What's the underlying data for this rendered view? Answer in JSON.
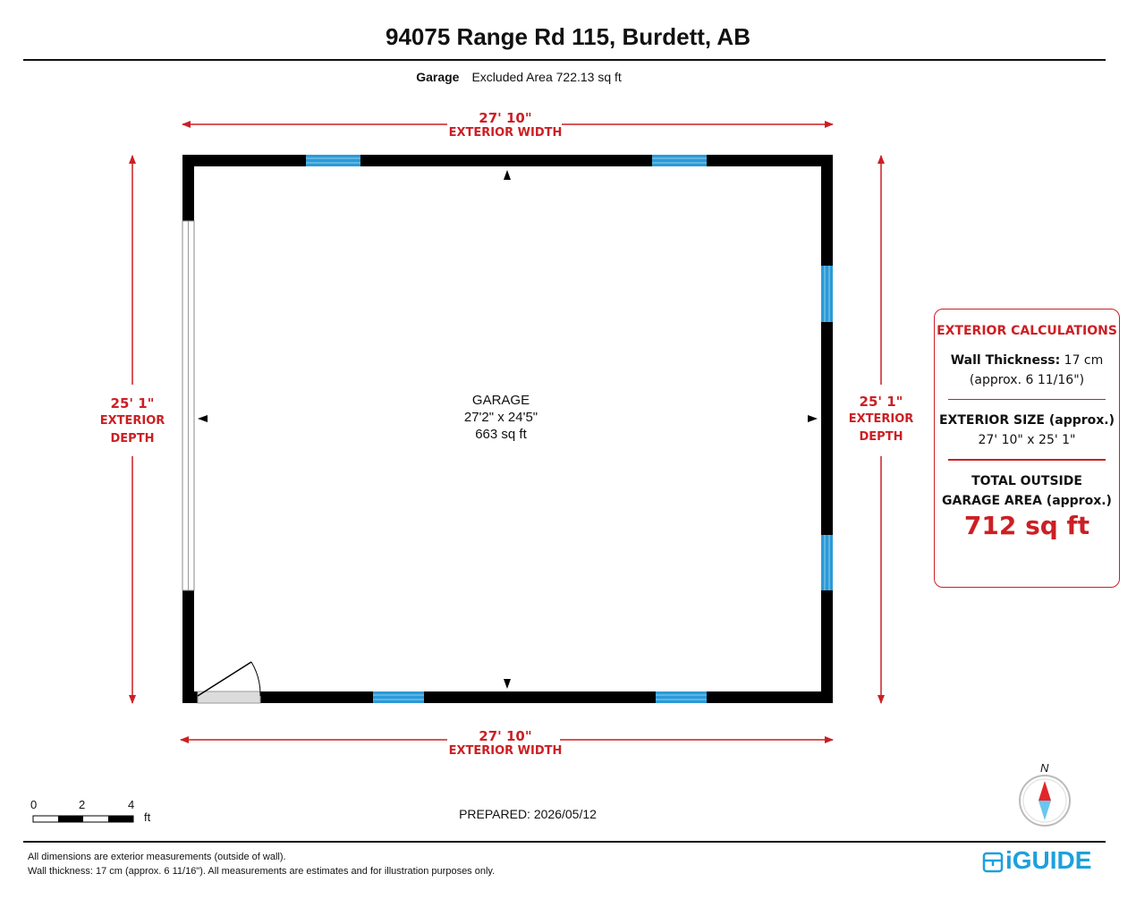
{
  "header": {
    "address": "94075 Range Rd 115, Burdett, AB",
    "floor_label": "Garage",
    "excluded_area": "Excluded Area 722.13 sq ft"
  },
  "dimensions": {
    "top_value": "27' 10\"",
    "top_label": "EXTERIOR WIDTH",
    "bottom_value": "27' 10\"",
    "bottom_label": "EXTERIOR WIDTH",
    "left_value": "25' 1\"",
    "left_label_1": "EXTERIOR",
    "left_label_2": "DEPTH",
    "right_value": "25' 1\"",
    "right_label_1": "EXTERIOR",
    "right_label_2": "DEPTH"
  },
  "room": {
    "name": "GARAGE",
    "size": "27'2\" x 24'5\"",
    "area": "663 sq ft"
  },
  "calculations": {
    "title": "EXTERIOR CALCULATIONS",
    "wall_label": "Wall Thickness:",
    "wall_value": "17 cm",
    "wall_approx": "(approx. 6 11/16\")",
    "size_label": "EXTERIOR SIZE (approx.)",
    "size_value": "27' 10\" x 25' 1\"",
    "total_label_1": "TOTAL OUTSIDE",
    "total_label_2": "GARAGE AREA (approx.)",
    "total_value": "712 sq ft"
  },
  "scale": {
    "t0": "0",
    "t2": "2",
    "t4": "4",
    "unit": "ft"
  },
  "compass": {
    "label": "N"
  },
  "prepared": "PREPARED: 2026/05/12",
  "footer": {
    "line1": "All dimensions are exterior measurements (outside of wall).",
    "line2": "Wall thickness: 17 cm (approx. 6 11/16\"). All measurements are estimates and for illustration purposes only.",
    "brand": "iGUIDE"
  },
  "colors": {
    "accent": "#cc1f24",
    "window": "#2c9ad6",
    "wall": "#000000",
    "brand": "#1ea0dc"
  }
}
